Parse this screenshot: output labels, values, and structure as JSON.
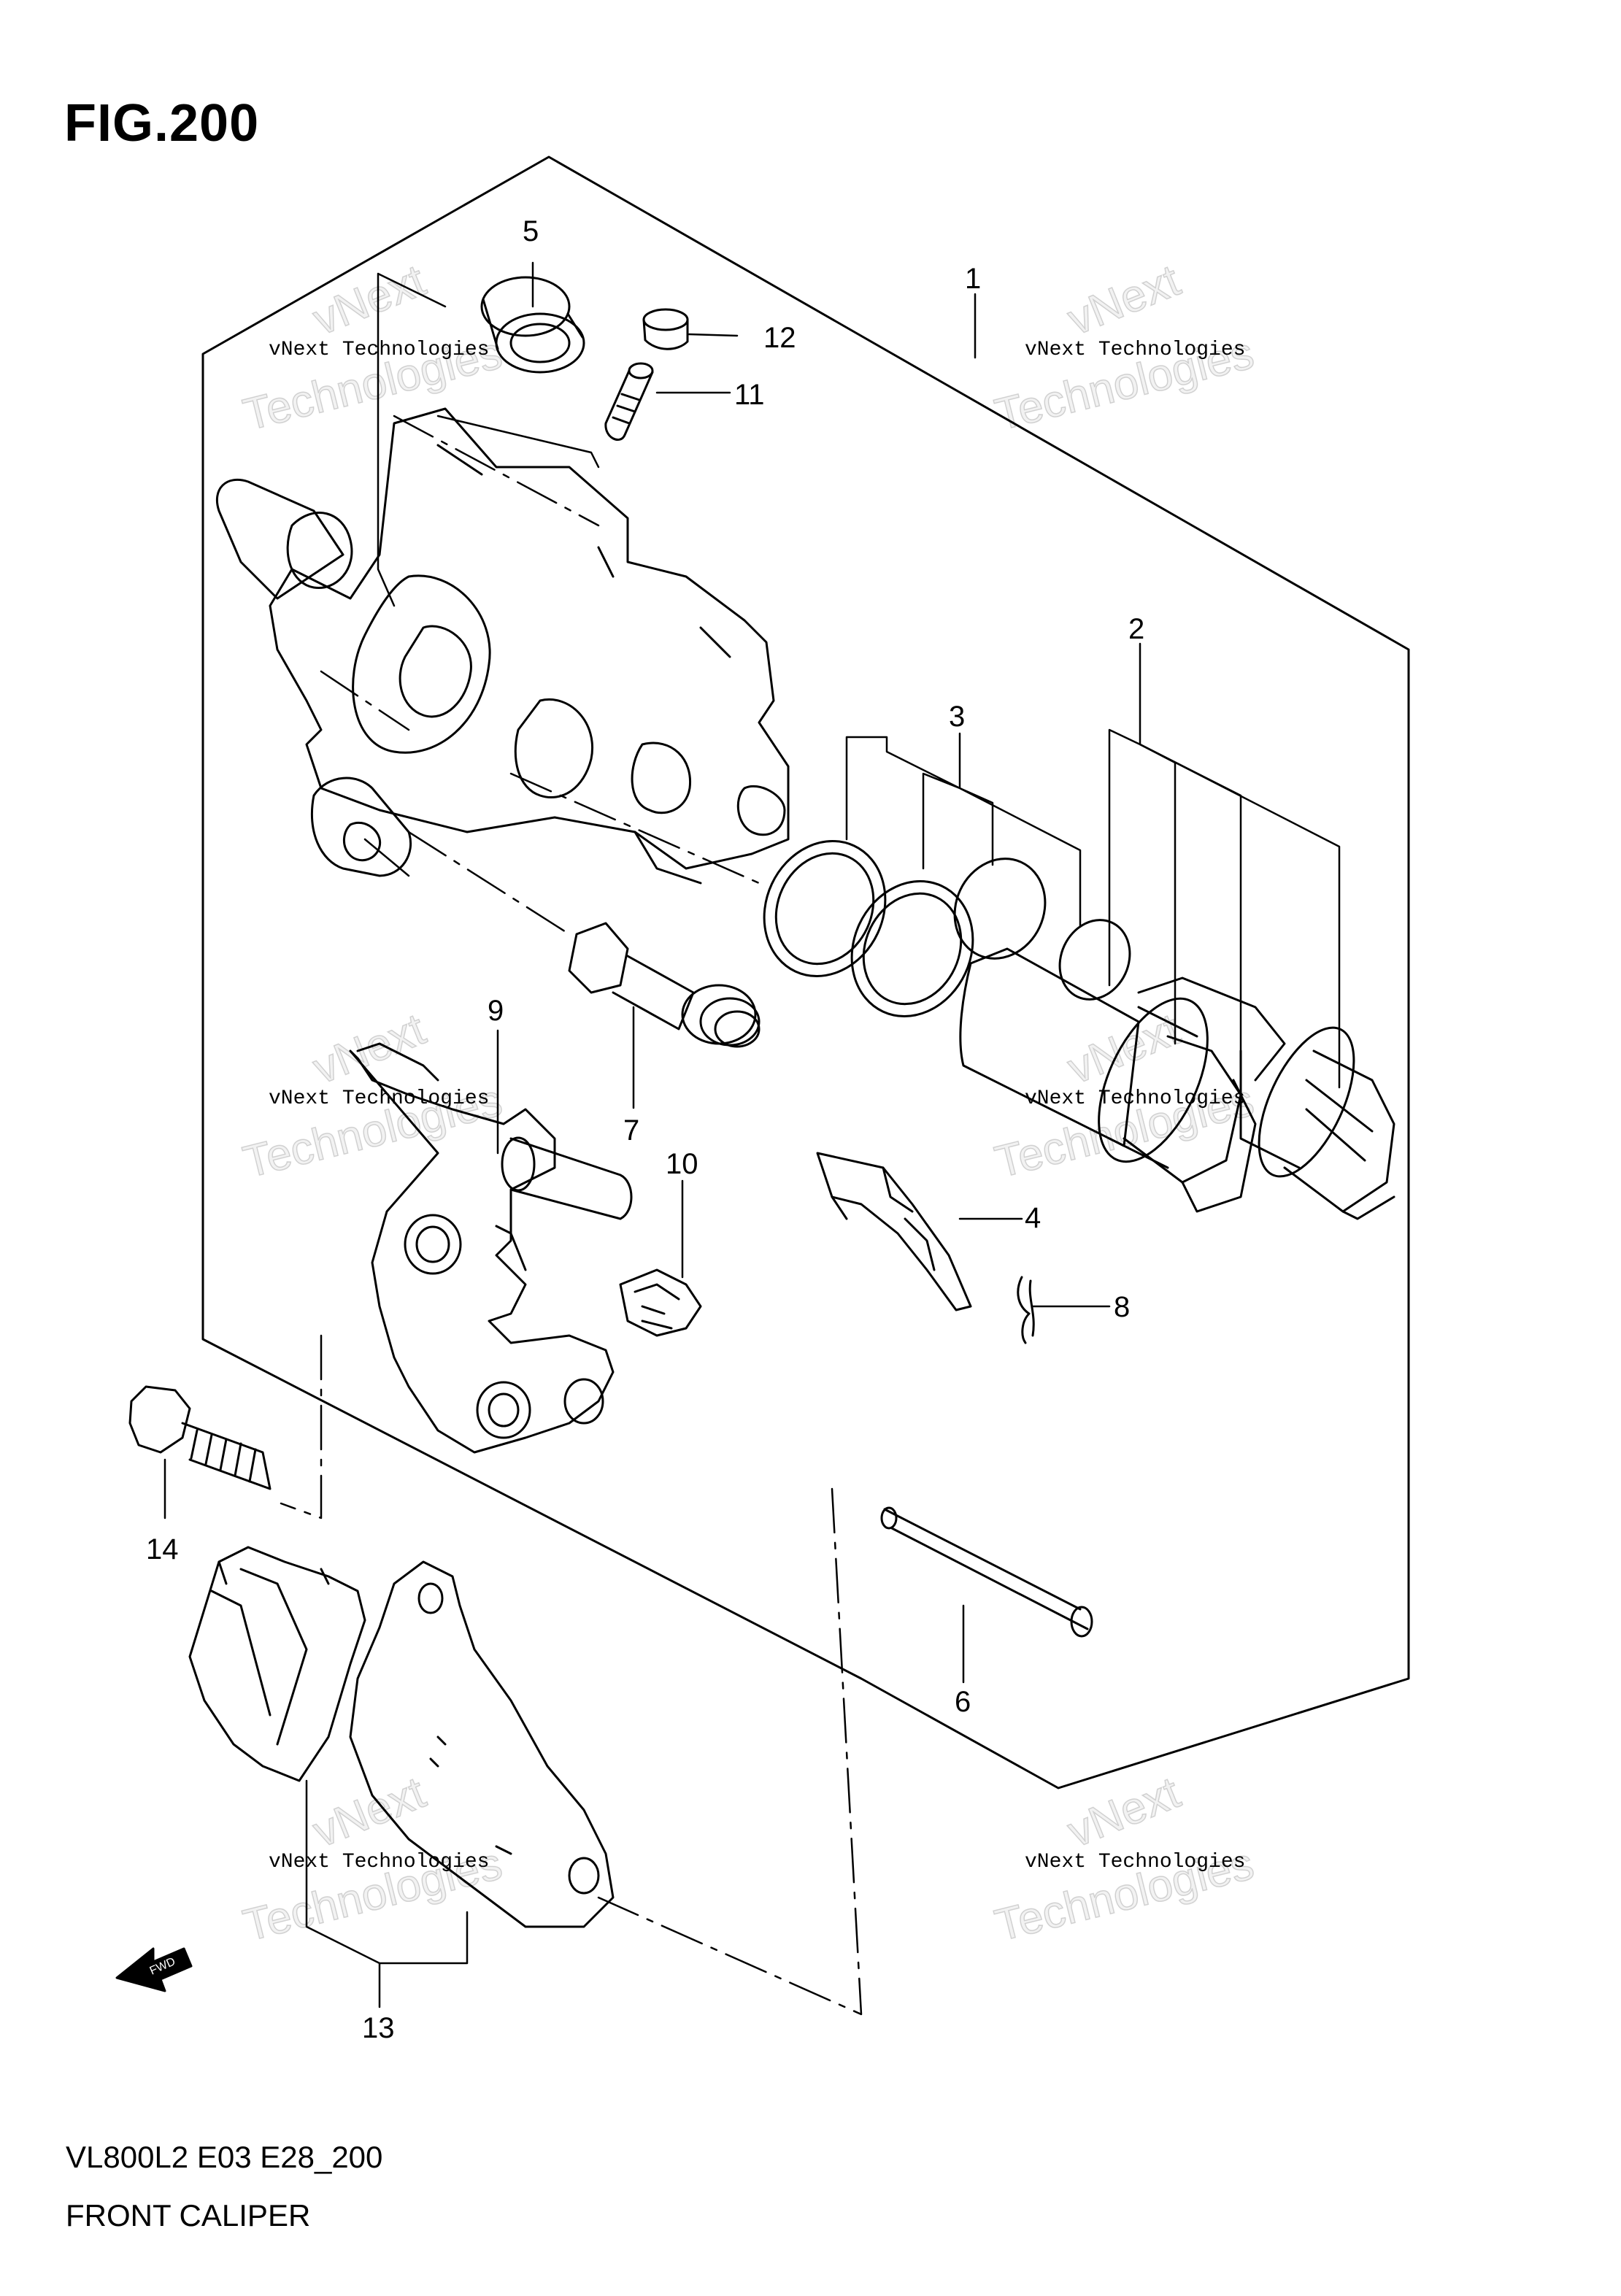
{
  "figure": {
    "title": "FIG.200",
    "code": "VL800L2 E03 E28_200",
    "name": "FRONT CALIPER"
  },
  "callouts": {
    "p1": "1",
    "p2": "2",
    "p3": "3",
    "p4": "4",
    "p5": "5",
    "p6": "6",
    "p7": "7",
    "p8": "8",
    "p9": "9",
    "p10": "10",
    "p11": "11",
    "p12": "12",
    "p13": "13",
    "p14": "14"
  },
  "watermark": {
    "line1": "vNext Technologies",
    "big_a": "vNext",
    "big_b": "Technologies"
  },
  "fwd_arrow_label": "FWD"
}
